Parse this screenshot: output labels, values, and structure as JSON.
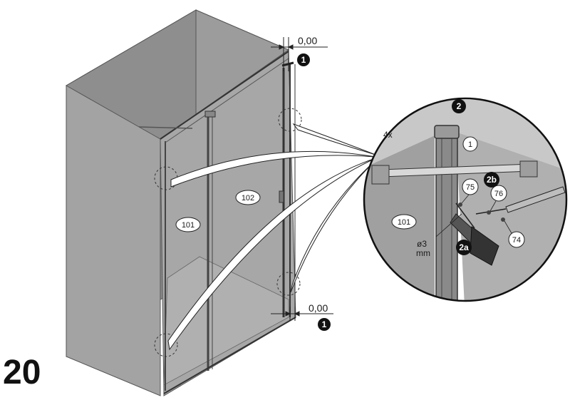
{
  "step_number": "20",
  "dimension_top": "0,00",
  "dimension_bottom": "0,00",
  "markers": {
    "top": "1",
    "bottom": "1",
    "detail": "2",
    "drill": "2a",
    "screw": "2b"
  },
  "detail_quantity": "4x",
  "part_labels": {
    "left_panel": "101",
    "right_panel": "102",
    "detail_panel": "101",
    "profile": "1",
    "part_75": "75",
    "part_76": "76",
    "part_74": "74"
  },
  "drill_size": {
    "diameter": "ø3",
    "unit": "mm"
  },
  "colors": {
    "wall": "#9a9a9a",
    "wall_dark": "#7e7e7e",
    "top_face": "#b4b4b4",
    "line": "#3a3a3a",
    "marker": "#111111"
  }
}
